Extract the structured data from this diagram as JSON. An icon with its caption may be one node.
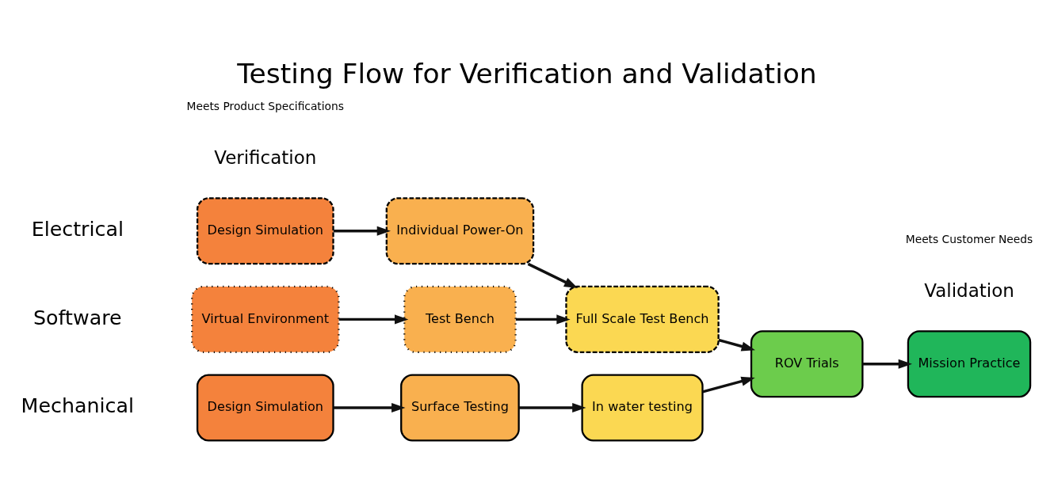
{
  "diagram": {
    "title": "Testing Flow for Verification and Validation",
    "nodes": [
      {
        "text": [
          "Design Simulation"
        ]
      },
      {
        "text": [
          "Surface Testing"
        ]
      },
      {
        "text": [
          "In water testing"
        ]
      },
      {
        "text": [
          "Design Simulation"
        ]
      },
      {
        "text": [
          "Individual Power-On"
        ]
      },
      {
        "text": [
          "Virtual Environment"
        ]
      },
      {
        "text": [
          "Test Bench"
        ]
      },
      {
        "text": [
          "Full Scale Test Bench"
        ]
      },
      {
        "text": [
          "ROV Trials"
        ]
      },
      {
        "text": [
          "Mission Practice"
        ]
      }
    ],
    "edges": [
      {
        "from": 0,
        "to": 1,
        "arrow": "to"
      },
      {
        "from": 1,
        "to": 2,
        "arrow": "to"
      },
      {
        "from": 2,
        "to": 8,
        "arrow": "to"
      },
      {
        "from": 3,
        "to": 4,
        "arrow": "to"
      },
      {
        "from": 4,
        "to": 7,
        "arrow": "to"
      },
      {
        "from": 5,
        "to": 6,
        "arrow": "to"
      },
      {
        "from": 6,
        "to": 7,
        "arrow": "to"
      },
      {
        "from": 7,
        "to": 8,
        "arrow": "to"
      },
      {
        "from": 8,
        "to": 9,
        "arrow": "to"
      }
    ],
    "labels": [
      "Mechanical",
      "Electrical",
      "Software",
      "Verification",
      "Meets Product Specifications",
      "Validation",
      "Meets Customer Needs"
    ]
  }
}
